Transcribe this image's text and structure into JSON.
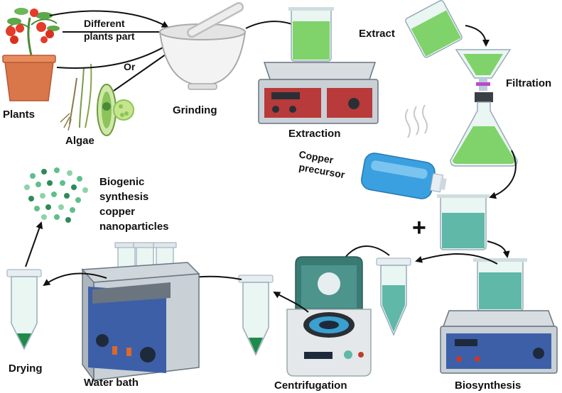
{
  "labels": {
    "different_plants_part_1": "Different",
    "different_plants_part_2": "plants part",
    "or": "Or",
    "plants": "Plants",
    "algae": "Algae",
    "grinding": "Grinding",
    "extraction": "Extraction",
    "extract": "Extract",
    "filtration": "Filtration",
    "copper_precursor_1": "Copper",
    "copper_precursor_2": "precursor",
    "plus": "+",
    "biosynthesis": "Biosynthesis",
    "centrifugation": "Centrifugation",
    "water_bath": "Water bath",
    "drying": "Drying",
    "product_1": "Biogenic",
    "product_2": "synthesis",
    "product_3": "copper",
    "product_4": "nanoparticles"
  },
  "colors": {
    "extract_green": "#7fd36a",
    "extract_green_dark": "#3e9a3a",
    "precursor_blue": "#3aa0e0",
    "solution_teal": "#5fb8a8",
    "pellet_green": "#1f8a4a",
    "device_gray": "#d8dde2",
    "device_dark": "#3c4550",
    "stirrer_red": "#b83a3a",
    "bath_blue": "#3d5fa8",
    "arrow": "#111111",
    "pot": "#d9774a",
    "tomato": "#e53b2a",
    "leaf": "#5da84a"
  }
}
